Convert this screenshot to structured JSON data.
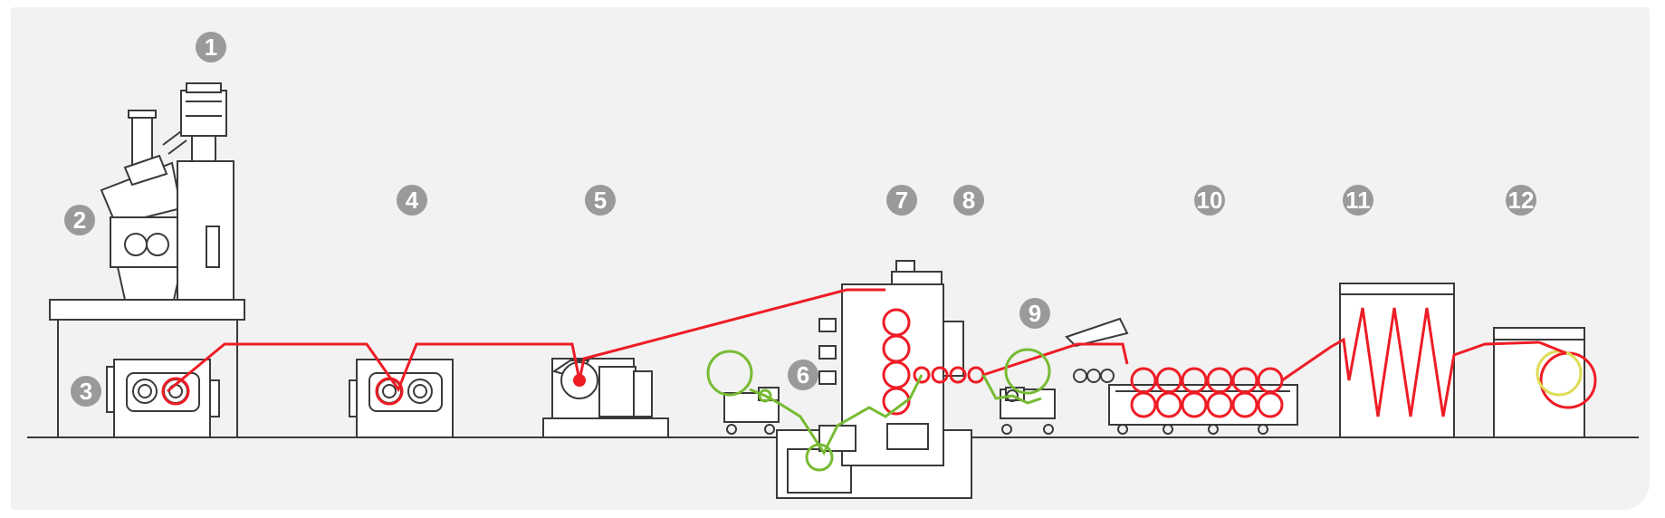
{
  "badges": [
    {
      "id": "1",
      "label": "1"
    },
    {
      "id": "2",
      "label": "2"
    },
    {
      "id": "3",
      "label": "3"
    },
    {
      "id": "4",
      "label": "4"
    },
    {
      "id": "5",
      "label": "5"
    },
    {
      "id": "6",
      "label": "6"
    },
    {
      "id": "7",
      "label": "7"
    },
    {
      "id": "8",
      "label": "8"
    },
    {
      "id": "9",
      "label": "9"
    },
    {
      "id": "10",
      "label": "10"
    },
    {
      "id": "11",
      "label": "11"
    },
    {
      "id": "12",
      "label": "12"
    }
  ],
  "colors": {
    "product_line": "#ee1c25",
    "substrate_line": "#77bb33",
    "winder_coil": "#dddd55",
    "badge": "#9a9a9a",
    "machine_outline": "#3a3a3a",
    "panel_background": "#f2f2f2"
  }
}
